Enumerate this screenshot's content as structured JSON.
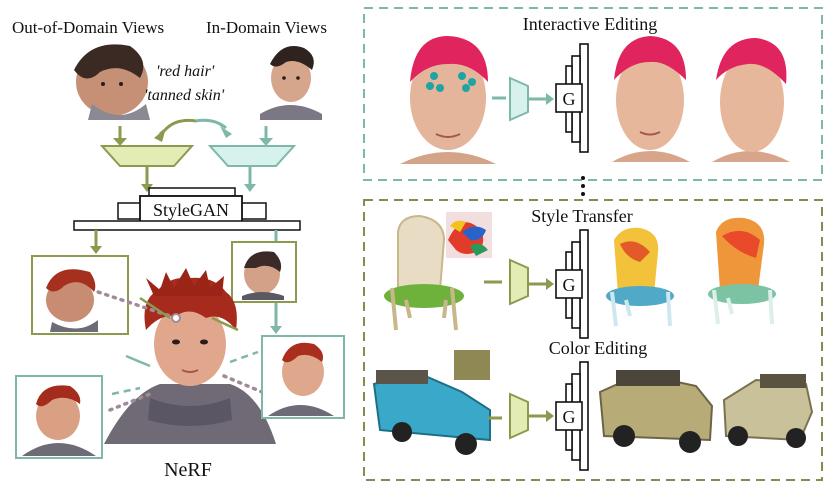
{
  "left": {
    "ood_label": "Out-of-Domain Views",
    "id_label": "In-Domain Views",
    "prompt_1": "'red hair'",
    "prompt_2": "'tanned skin'",
    "stylegan_label": "StyleGAN",
    "nerf_label": "NeRF"
  },
  "right": {
    "interactive_title": "Interactive Editing",
    "style_title": "Style Transfer",
    "color_title": "Color Editing",
    "generator_label": "G",
    "ellipsis": "⋮"
  },
  "colors": {
    "olive": "#8a9a4f",
    "olive_fill": "#e2ecb4",
    "teal": "#7fb8a8",
    "teal_fill": "#d7f2ec",
    "dash_teal": "#7fb8a8",
    "dash_olive": "#9a8f4f",
    "dots": "#a08a96",
    "swatch": "#8f8754",
    "hat": "#e0245e"
  }
}
